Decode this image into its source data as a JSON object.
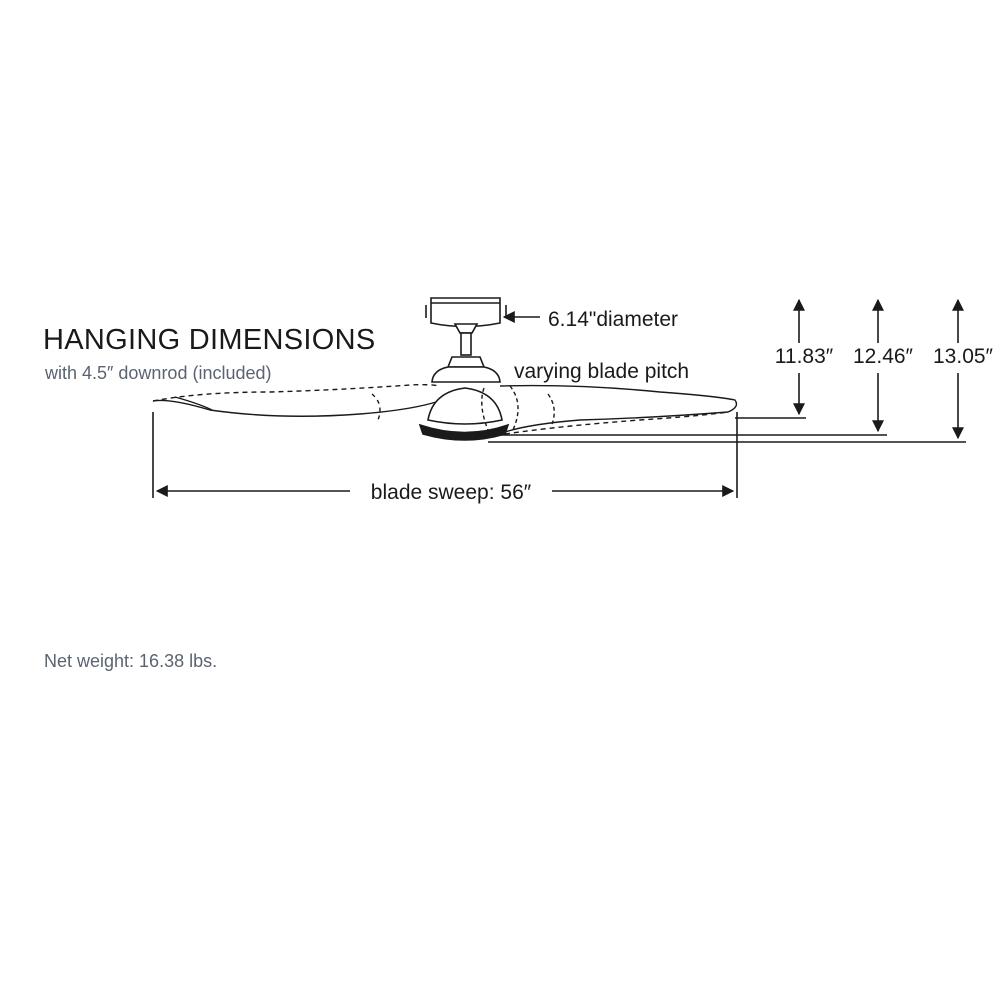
{
  "header": {
    "title": "HANGING DIMENSIONS",
    "subtitle": "with 4.5″ downrod (included)"
  },
  "labels": {
    "diameter": "6.14\"diameter",
    "blade_pitch": "varying blade pitch",
    "blade_sweep": "blade sweep: 56″",
    "height_1": "11.83″",
    "height_2": "12.46″",
    "height_3": "13.05″"
  },
  "footer": {
    "net_weight": "Net weight: 16.38 lbs."
  },
  "colors": {
    "ink": "#1a1a1a",
    "muted_text": "#5a6470"
  }
}
